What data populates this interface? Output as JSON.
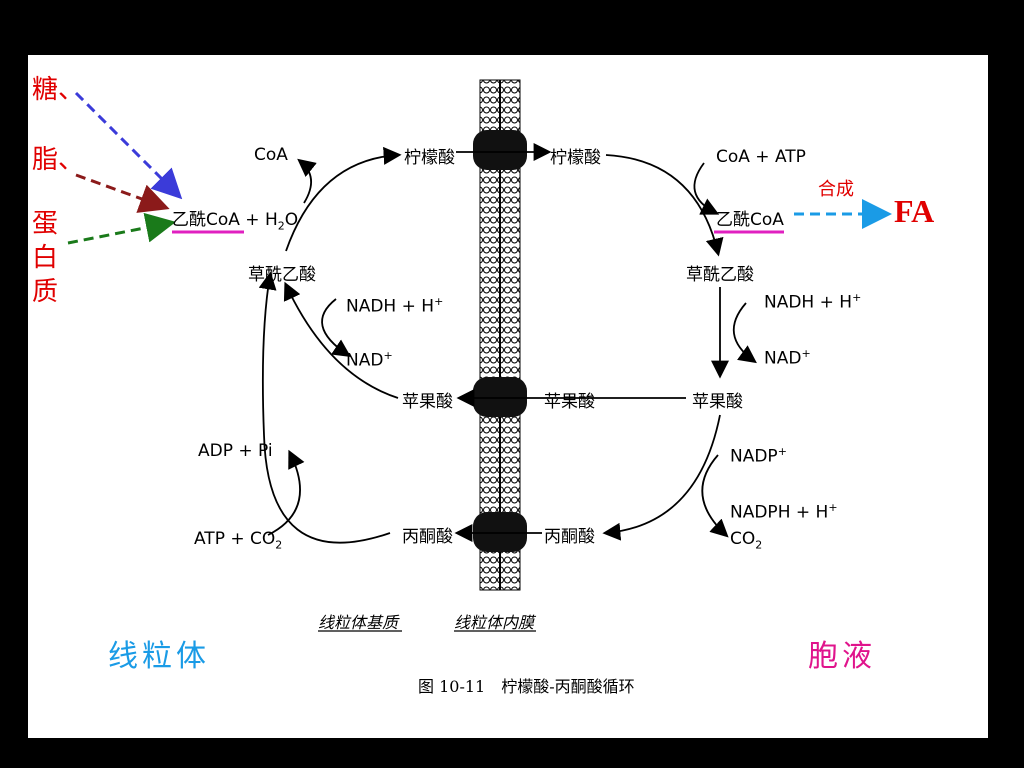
{
  "sources": {
    "sugar": "糖、",
    "fat": "脂、",
    "protein_1": "蛋",
    "protein_2": "白",
    "protein_3": "质"
  },
  "synthesis": {
    "label": "合成",
    "product": "FA"
  },
  "left": {
    "coa": "CoA",
    "acetyl_coa": "乙酰CoA + H",
    "acetyl_coa_sub": "2",
    "acetyl_coa_tail": "O",
    "oxaloacetate": "草酰乙酸",
    "citrate": "柠檬酸",
    "nadh": "NADH + H",
    "nadh_sup": "+",
    "nad": "NAD",
    "nad_sup": "+",
    "malate": "苹果酸",
    "adp": "ADP + Pi",
    "atp": "ATP + CO",
    "atp_sub": "2",
    "pyruvate": "丙酮酸"
  },
  "right": {
    "citrate": "柠檬酸",
    "coa_atp": "CoA + ATP",
    "acetyl_coa": "乙酰CoA",
    "oxaloacetate": "草酰乙酸",
    "nadh": "NADH + H",
    "nadh_sup": "+",
    "nad": "NAD",
    "nad_sup": "+",
    "malate_mid": "苹果酸",
    "malate": "苹果酸",
    "nadp": "NADP",
    "nadp_sup": "+",
    "nadph": "NADPH + H",
    "nadph_sup": "+",
    "co2": "CO",
    "co2_sub": "2",
    "pyruvate": "丙酮酸"
  },
  "captions": {
    "matrix": "线粒体基质",
    "inner_membrane": "线粒体内膜",
    "figure": "图 10-11　柠檬酸-丙酮酸循环"
  },
  "regions": {
    "mitochondria": "线粒体",
    "cytosol": "胞液"
  },
  "colors": {
    "blue_arrow": "#3b3bd9",
    "red_arrow": "#8b1a1a",
    "green_arrow": "#1a7a1a",
    "cyan_arrow": "#1a9be6",
    "underline": "#e020c0"
  }
}
